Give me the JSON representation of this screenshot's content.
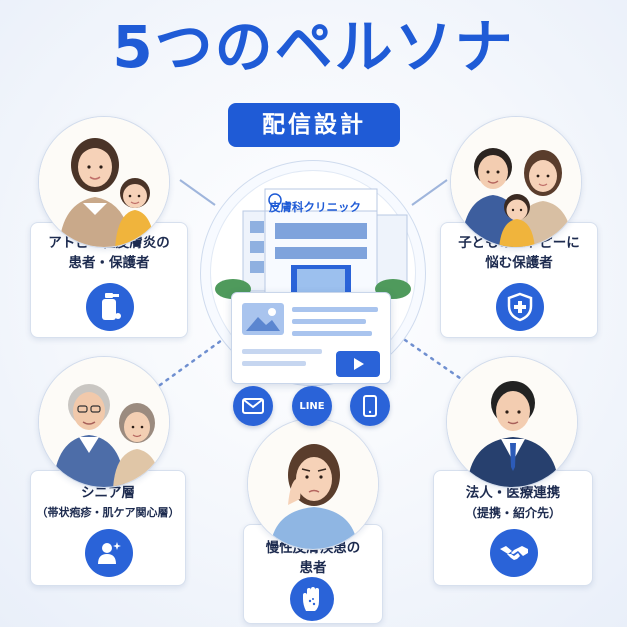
{
  "header": {
    "title": "5つのペルソナ",
    "subtitle": "配信設計"
  },
  "clinic": {
    "sign": "皮膚科クリニック",
    "channels": [
      "mail-icon",
      "LINE",
      "smartphone-icon"
    ],
    "line_label": "LINE"
  },
  "personas": [
    {
      "id": "atopy-patient",
      "line1": "アトピー性皮膚炎の",
      "line2": "患者・保護者",
      "icon": "lotion-bottle-icon"
    },
    {
      "id": "child-parent",
      "line1": "子どものアトピーに",
      "line2": "悩む保護者",
      "icon": "shield-plus-icon"
    },
    {
      "id": "senior",
      "line1": "シニア層",
      "line2": "（帯状疱疹・肌ケア関心層）",
      "icon": "person-sparkle-icon"
    },
    {
      "id": "chronic",
      "line1": "慢性皮膚疾患の",
      "line2": "患者",
      "icon": "hand-icon"
    },
    {
      "id": "corporate",
      "line1": "法人・医療連携",
      "line2": "（提携・紹介先）",
      "icon": "handshake-icon"
    }
  ],
  "colors": {
    "primary": "#1f5bd6",
    "badge": "#2a63d8",
    "text": "#1d2b4f",
    "background": "#f4f7fc"
  }
}
